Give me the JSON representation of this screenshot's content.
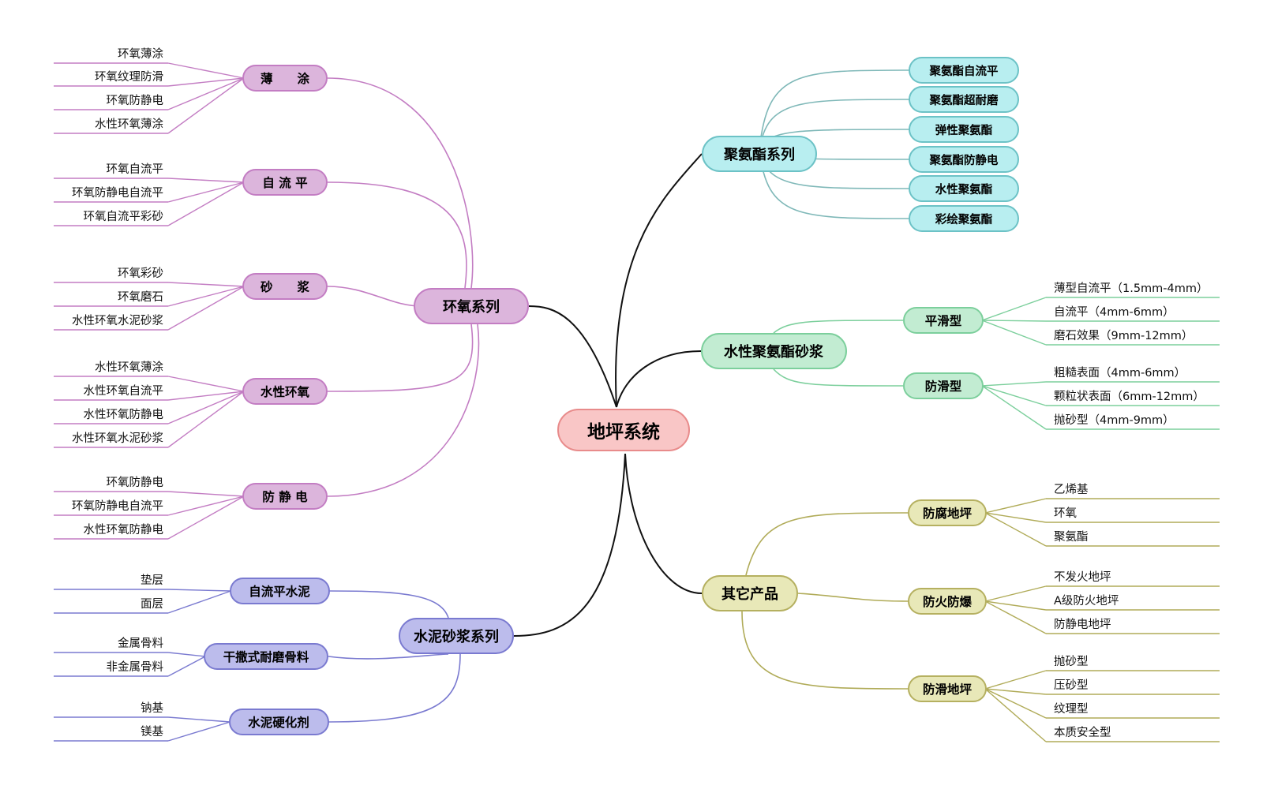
{
  "root": {
    "label": "地坪系统",
    "fill": "#f9c6c6",
    "stroke": "#e88b8b"
  },
  "branches": [
    {
      "id": "epoxy",
      "label": "环氧系列",
      "side": "left",
      "fill": "#dcb5dc",
      "stroke": "#c37dc3",
      "line": "#c37dc3",
      "children": [
        {
          "label": "薄　　涂",
          "leaves": [
            "环氧薄涂",
            "环氧纹理防滑",
            "环氧防静电",
            "水性环氧薄涂"
          ]
        },
        {
          "label": "自 流 平",
          "leaves": [
            "环氧自流平",
            "环氧防静电自流平",
            "环氧自流平彩砂"
          ]
        },
        {
          "label": "砂　　浆",
          "leaves": [
            "环氧彩砂",
            "环氧磨石",
            "水性环氧水泥砂浆"
          ]
        },
        {
          "label": "水性环氧",
          "leaves": [
            "水性环氧薄涂",
            "水性环氧自流平",
            "水性环氧防静电",
            "水性环氧水泥砂浆"
          ]
        },
        {
          "label": "防 静 电",
          "leaves": [
            "环氧防静电",
            "环氧防静电自流平",
            "水性环氧防静电"
          ]
        }
      ]
    },
    {
      "id": "cement",
      "label": "水泥砂浆系列",
      "side": "left",
      "fill": "#bcbcec",
      "stroke": "#7a7ad0",
      "line": "#7a7ad0",
      "children": [
        {
          "label": "自流平水泥",
          "leaves": [
            "垫层",
            "面层"
          ]
        },
        {
          "label": "干撒式耐磨骨料",
          "leaves": [
            "金属骨料",
            "非金属骨料"
          ]
        },
        {
          "label": "水泥硬化剂",
          "leaves": [
            "钠基",
            "镁基"
          ]
        }
      ]
    },
    {
      "id": "pu",
      "label": "聚氨酯系列",
      "side": "right",
      "fill": "#b8eef0",
      "stroke": "#6cc2c6",
      "line": "#7fb8b8",
      "children": [
        {
          "label": "聚氨酯自流平",
          "leaves": []
        },
        {
          "label": "聚氨酯超耐磨",
          "leaves": []
        },
        {
          "label": "弹性聚氨酯",
          "leaves": []
        },
        {
          "label": "聚氨酯防静电",
          "leaves": []
        },
        {
          "label": "水性聚氨酯",
          "leaves": []
        },
        {
          "label": "彩绘聚氨酯",
          "leaves": []
        }
      ]
    },
    {
      "id": "waterpu",
      "label": "水性聚氨酯砂浆",
      "side": "right",
      "fill": "#c2ecd2",
      "stroke": "#7ccf9c",
      "line": "#7ccf9c",
      "children": [
        {
          "label": "平滑型",
          "leaves": [
            "薄型自流平（1.5mm-4mm）",
            "自流平（4mm-6mm）",
            "磨石效果（9mm-12mm）"
          ]
        },
        {
          "label": "防滑型",
          "leaves": [
            "粗糙表面（4mm-6mm）",
            "颗粒状表面（6mm-12mm）",
            "抛砂型（4mm-9mm）"
          ]
        }
      ]
    },
    {
      "id": "other",
      "label": "其它产品",
      "side": "right",
      "fill": "#e8e8b8",
      "stroke": "#b5b060",
      "line": "#b0ab58",
      "children": [
        {
          "label": "防腐地坪",
          "leaves": [
            "乙烯基",
            "环氧",
            "聚氨酯"
          ]
        },
        {
          "label": "防火防爆",
          "leaves": [
            "不发火地坪",
            "A级防火地坪",
            "防静电地坪"
          ]
        },
        {
          "label": "防滑地坪",
          "leaves": [
            "抛砂型",
            "压砂型",
            "纹理型",
            "本质安全型"
          ]
        }
      ]
    }
  ],
  "root_line_color": "#111111"
}
